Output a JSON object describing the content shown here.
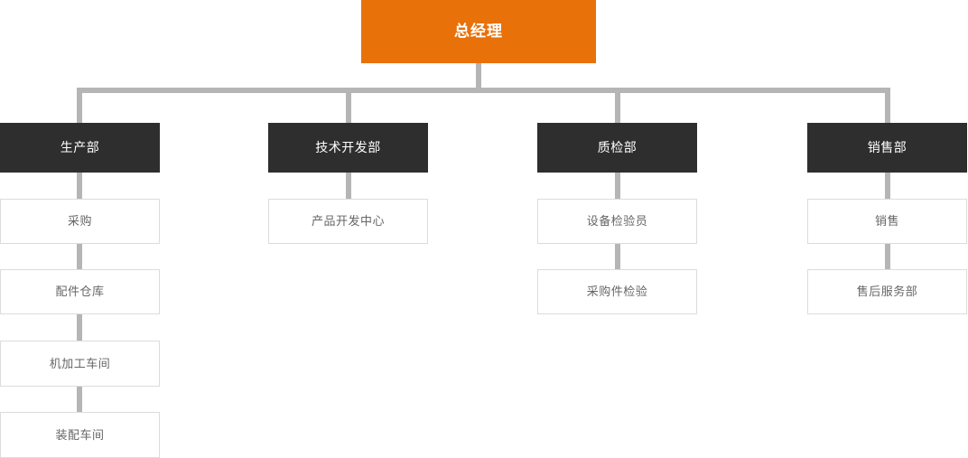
{
  "chart_title": "",
  "colors": {
    "root_bg": "#E8710A",
    "root_text": "#FFFFFF",
    "dept_bg": "#2E2E2E",
    "dept_text": "#FFFFFF",
    "leaf_bg": "#FFFFFF",
    "leaf_border": "#DCDCDC",
    "leaf_text": "#666666",
    "connector": "#B5B5B5"
  },
  "root": {
    "label": "总经理"
  },
  "departments": [
    {
      "label": "生产部",
      "children": [
        {
          "label": "采购"
        },
        {
          "label": "配件仓库"
        },
        {
          "label": "机加工车间"
        },
        {
          "label": "装配车间"
        }
      ]
    },
    {
      "label": "技术开发部",
      "children": [
        {
          "label": "产品开发中心"
        }
      ]
    },
    {
      "label": "质检部",
      "children": [
        {
          "label": "设备检验员"
        },
        {
          "label": "采购件检验"
        }
      ]
    },
    {
      "label": "销售部",
      "children": [
        {
          "label": "销售"
        },
        {
          "label": "售后服务部"
        }
      ]
    }
  ]
}
